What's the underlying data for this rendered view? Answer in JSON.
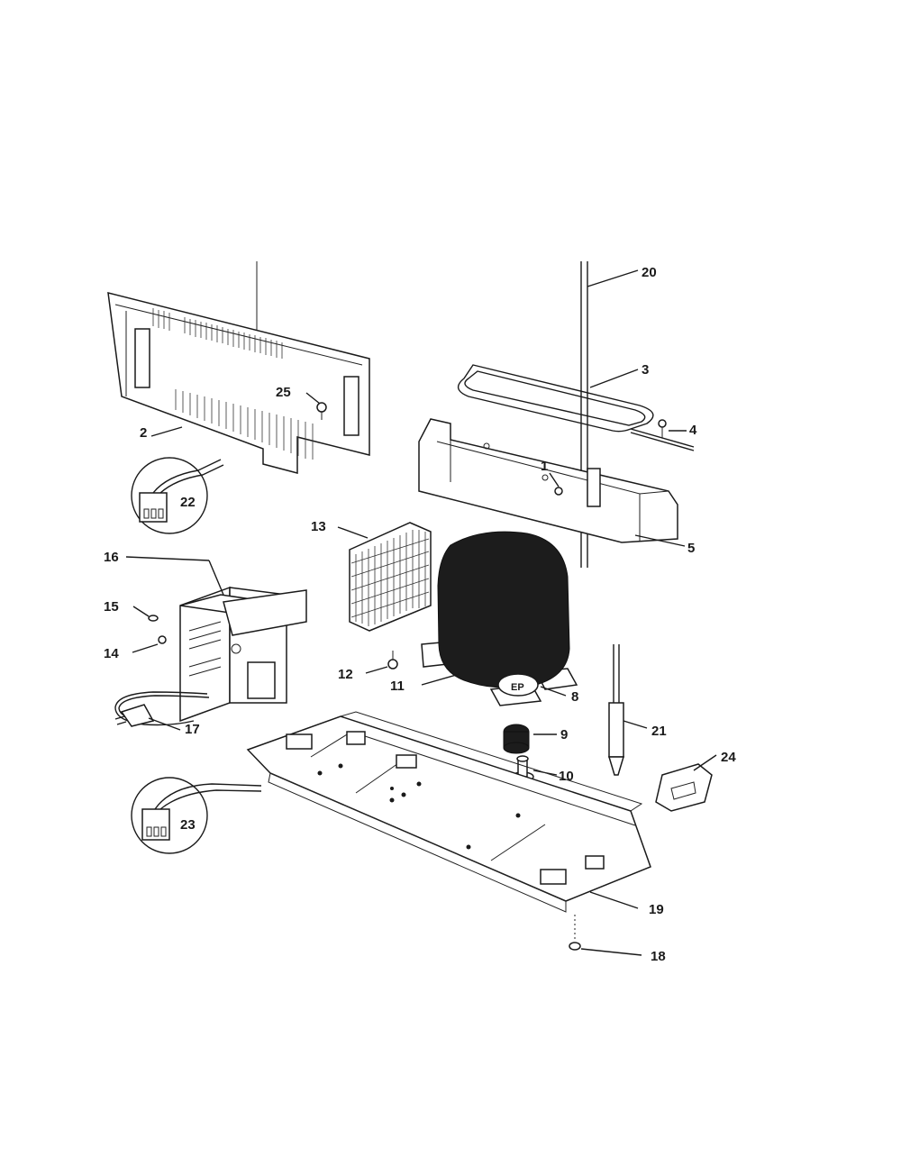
{
  "callouts": {
    "c1": "1",
    "c2": "2",
    "c3": "3",
    "c4": "4",
    "c5": "5",
    "c8": "8",
    "c9": "9",
    "c10": "10",
    "c11": "11",
    "c12": "12",
    "c13": "13",
    "c14": "14",
    "c15": "15",
    "c16": "16",
    "c17": "17",
    "c18": "18",
    "c19": "19",
    "c20": "20",
    "c21": "21",
    "c22": "22",
    "c23": "23",
    "c24": "24",
    "c25": "25"
  },
  "colors": {
    "ink": "#1a1a1a",
    "paper": "#ffffff"
  }
}
